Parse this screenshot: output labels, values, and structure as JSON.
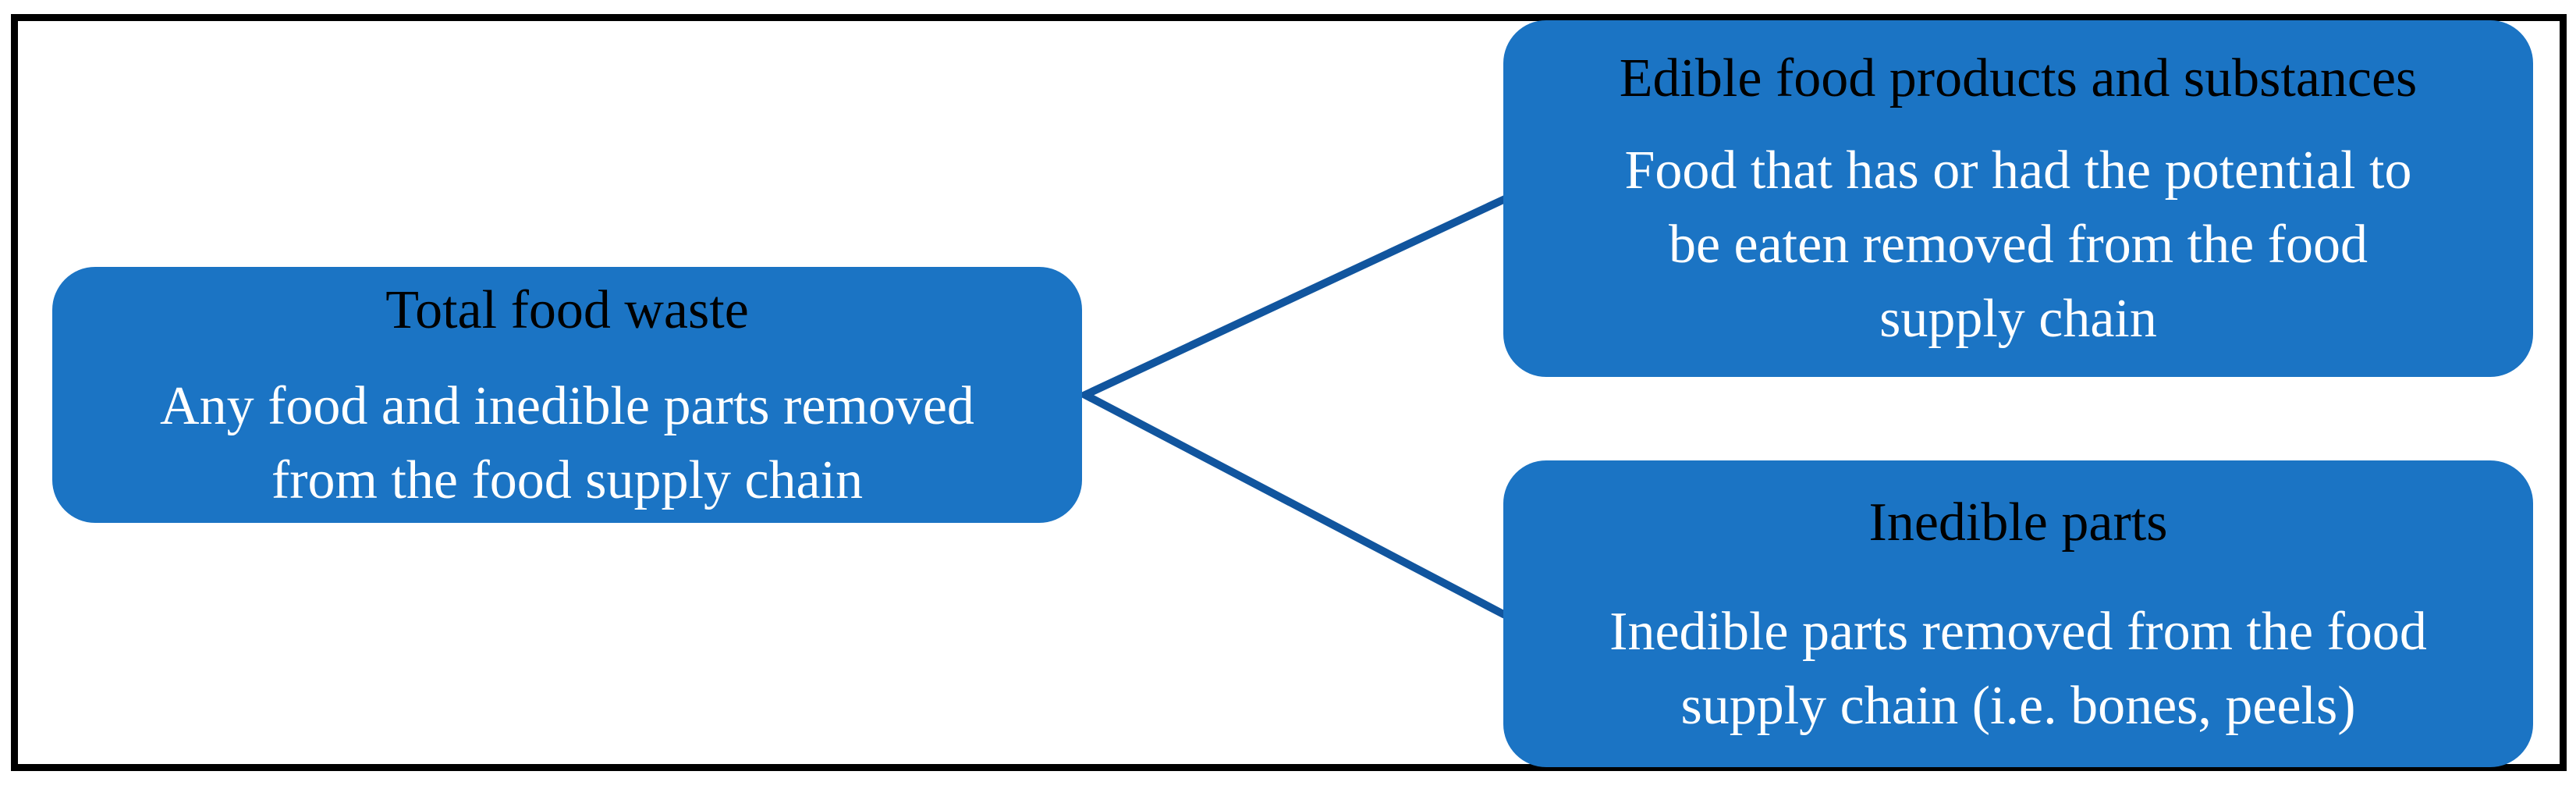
{
  "figure": {
    "type": "hierarchy-diagram",
    "root_box": {
      "title": "Total food waste",
      "body_lines": [
        "Any food and inedible parts removed",
        "from the food supply chain"
      ]
    },
    "branch_top_box": {
      "title": "Edible food products and substances",
      "body_lines": [
        "Food that has or had the potential to",
        "be eaten removed from the food",
        "supply chain"
      ]
    },
    "branch_bottom_box": {
      "title": "Inedible parts",
      "body_lines": [
        "Inedible parts removed from the food",
        "supply chain (i.e. bones, peels)"
      ]
    }
  },
  "colors": {
    "background": "#ffffff",
    "border": "#000000",
    "box_fill": "#1B74C4",
    "connector": "#11559E",
    "title_text": "#000000",
    "body_text": "#ffffff"
  }
}
